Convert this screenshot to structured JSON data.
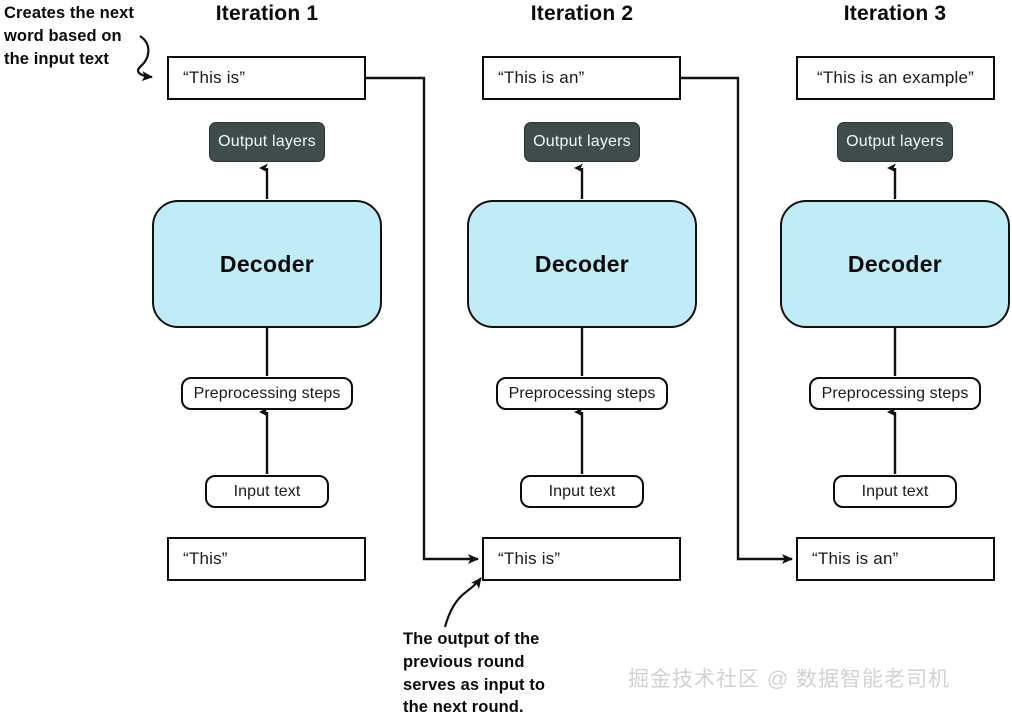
{
  "diagram": {
    "title": "Iterative decoder text generation loop",
    "colors": {
      "decoder_fill": "#bfecf7",
      "output_layer_fill": "#3f4c4c",
      "stroke": "#0d0d0d",
      "background": "#ffffff",
      "watermark": "#d2d2d2"
    },
    "annotations": {
      "top_left": "Creates the next\nword based on\nthe input text",
      "top_left_lines": [
        "Creates the next",
        "word based on",
        "the input text"
      ],
      "bottom": "The output of the previous round serves as input to the next round.",
      "bottom_lines": [
        "The output of the",
        "previous round",
        "serves as input to",
        "the next round."
      ]
    },
    "watermark": "掘金技术社区 @ 数据智能老司机",
    "columns": [
      {
        "heading": "Iteration 1",
        "output_text": "“This is”",
        "output_layers": "Output layers",
        "decoder": "Decoder",
        "preprocessing": "Preprocessing steps",
        "input_text_box": "Input text",
        "input_value": "“This”"
      },
      {
        "heading": "Iteration 2",
        "output_text": "“This is an”",
        "output_layers": "Output layers",
        "decoder": "Decoder",
        "preprocessing": "Preprocessing steps",
        "input_text_box": "Input text",
        "input_value": "“This is”"
      },
      {
        "heading": "Iteration 3",
        "output_text": "“This is an example”",
        "output_layers": "Output layers",
        "decoder": "Decoder",
        "preprocessing": "Preprocessing steps",
        "input_text_box": "Input text",
        "input_value": "“This is an”"
      }
    ]
  }
}
